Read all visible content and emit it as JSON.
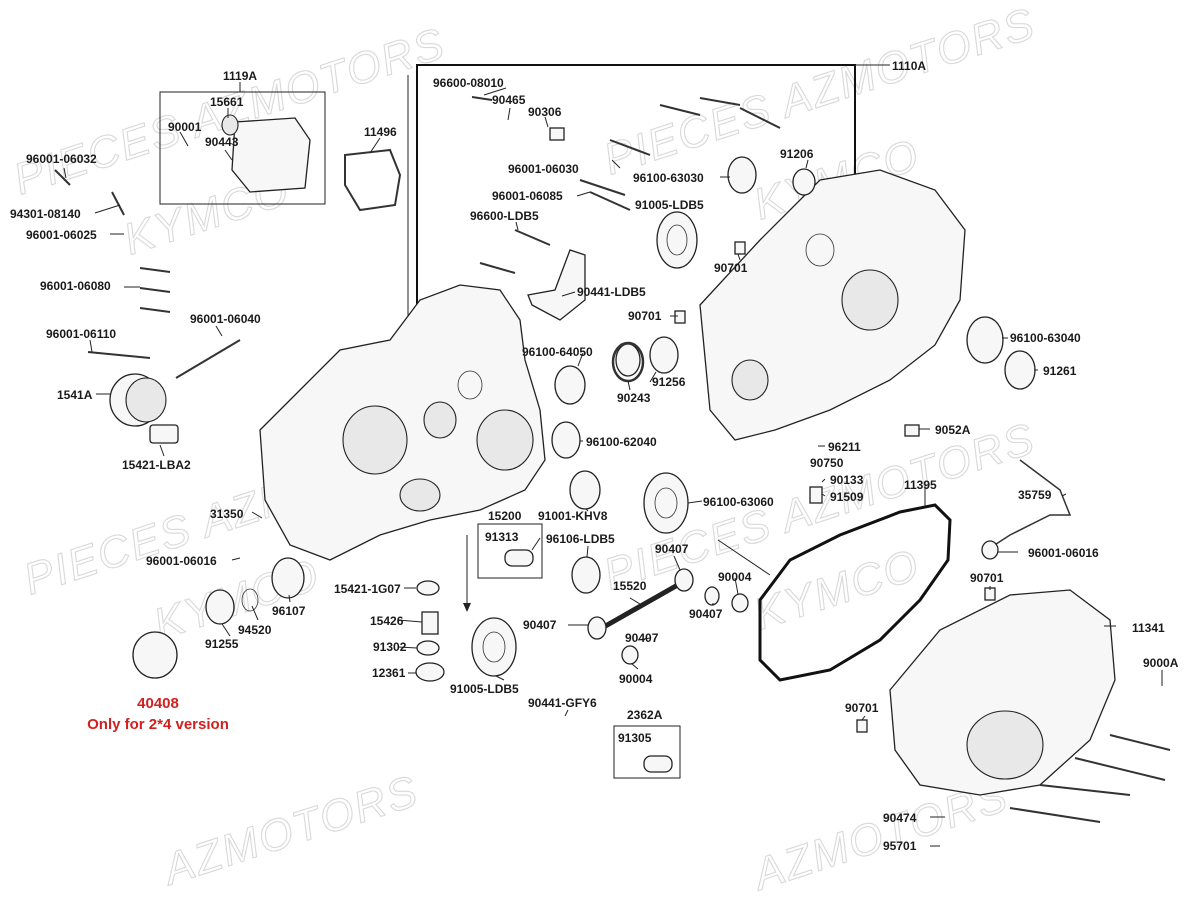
{
  "watermark": {
    "text1": "PIECES AZMOTORS",
    "text2": "KYMCO",
    "text3": "AZMOTORS"
  },
  "labels": [
    "1119A",
    "15661",
    "90001",
    "90443",
    "11496",
    "96001-06032",
    "94301-08140",
    "96001-06025",
    "96001-06080",
    "96001-06110",
    "96001-06040",
    "1541A",
    "15421-LBA2",
    "31350",
    "96001-06016",
    "91255",
    "94520",
    "96107",
    "96600-08010",
    "90465",
    "90306",
    "96001-06030",
    "96001-06085",
    "96600-LDB5",
    "90441-LDB5",
    "1110A",
    "96100-63030",
    "91206",
    "91005-LDB5",
    "90701",
    "90701",
    "96100-64050",
    "91256",
    "90243",
    "96100-62040",
    "91001-KHV8",
    "96100-63060",
    "15200",
    "91313",
    "96106-LDB5",
    "15421-1G07",
    "15426",
    "91302",
    "12361",
    "91005-LDB5",
    "90407",
    "90004",
    "15520",
    "90407",
    "90407",
    "90407",
    "90004",
    "90441-GFY6",
    "2362A",
    "91305",
    "96100-63040",
    "91261",
    "9052A",
    "96211",
    "90750",
    "90133",
    "91509",
    "11395",
    "35759",
    "96001-06016",
    "90701",
    "11341",
    "9000A",
    "90701",
    "90474",
    "95701"
  ],
  "note": {
    "part": "40408",
    "text": "Only for 2*4 version"
  }
}
